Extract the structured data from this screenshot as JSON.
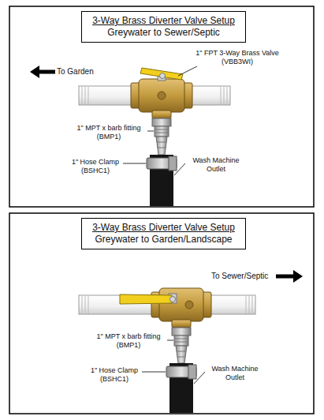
{
  "diagram": {
    "nodes": [
      {
        "text": [
          "3-Way Brass Diverter Valve Setup",
          "Greywater to Sewer/Septic"
        ]
      },
      {
        "text": [
          "3-Way Brass Diverter Valve Setup",
          "Greywater to  Garden/Landscape"
        ]
      }
    ],
    "labels": [
      "To Garden",
      "1\" FPT 3-Way Brass Valve (VBB3WI)",
      "1\" MPT x barb fitting (BMP1)",
      "1\" Hose Clamp (BSHC1)",
      "Wash Machine Outlet",
      "To Sewer/Septic",
      "1\" MPT x barb fitting (BMP1)",
      "1\" Hose Clamp (BSHC1)",
      "Wash Machine Outlet"
    ]
  }
}
